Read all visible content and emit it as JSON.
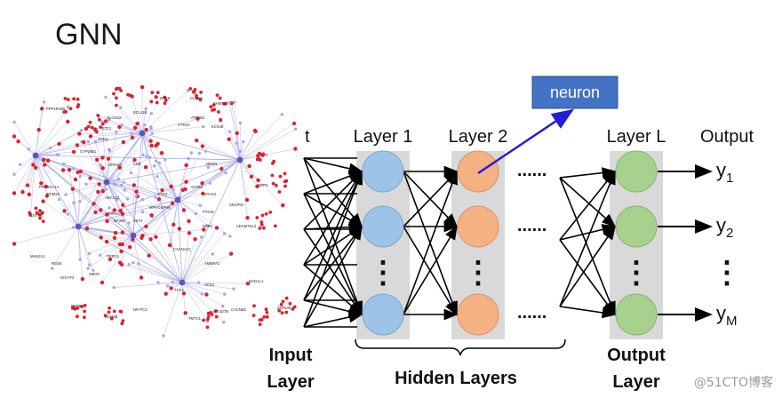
{
  "title": "GNN",
  "graph_labels": [
    "PPP1R16B",
    "NLGN4X",
    "BCL11B",
    "HTR2A",
    "ATP2B2",
    "KCNJ6",
    "SHMT2",
    "DPYD",
    "ETF1",
    "CLCN3",
    "CYP26B1",
    "PPARGC1A",
    "TRIM26",
    "ABCA13",
    "GRIN2A",
    "CHRNA7",
    "AKT3",
    "NRGN",
    "MPP6",
    "SATB2",
    "SNAP91",
    "CACNA1C",
    "AMBRA1",
    "MAD1L1",
    "HCN1",
    "CACNB2",
    "NFATC3",
    "RERE",
    "KDM3B",
    "TMTC1",
    "OTUD7B",
    "ZNF536",
    "CNTN4",
    "MAN2A1",
    "RGS6",
    "GIGYF2",
    "SMG6",
    "PRRX1",
    "ADAMTSL3",
    "NAB2",
    "DRD2",
    "EP300",
    "TCF4",
    "PTGIS",
    "STAG1",
    "CD8",
    "PTK2",
    "MPHOSPH9"
  ],
  "layers": {
    "input_partial": "t",
    "layer1": "Layer 1",
    "layer2": "Layer 2",
    "layerL": "Layer L",
    "output": "Output"
  },
  "neuron_callout": "neuron",
  "dots": "......",
  "vdots": "⋮",
  "outputs": [
    {
      "base": "y",
      "sub": "1"
    },
    {
      "base": "y",
      "sub": "2"
    },
    {
      "base": "y",
      "sub": "M"
    }
  ],
  "bottom_labels": {
    "input": [
      "Input",
      "Layer"
    ],
    "hidden": "Hidden Layers",
    "output": [
      "Output",
      "Layer"
    ]
  },
  "watermark": "@51CTO博客",
  "colors": {
    "layer1_fill": "#9dc3e6",
    "layer2_fill": "#f4b183",
    "layerL_fill": "#a9d18e",
    "column_bg": "#d9d9d9",
    "callout_bg": "#4472c4",
    "arrow": "#1f1fd6",
    "node_red": "#e0202a",
    "node_lav": "#a7a6e6"
  }
}
